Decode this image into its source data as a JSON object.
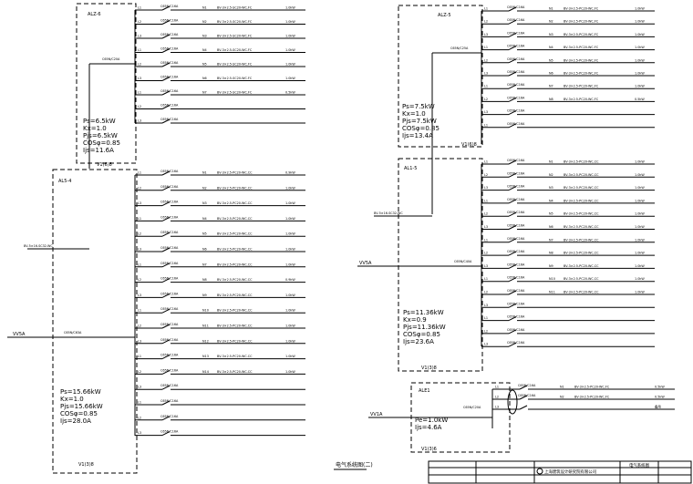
{
  "drawing_title": "电气系统图(二)",
  "panels": [
    {
      "id": "left-top",
      "name": "ALZ-6",
      "bottom_label": "V1(6)8",
      "breaker": "C65N/C20A",
      "params": [
        "Ps=6.5kW",
        "Kx=1.0",
        "Pjs=6.5kW",
        "COSφ=0.85",
        "Ijs=11.6A"
      ],
      "rows": [
        {
          "ckt": "L1",
          "brk": "C65N/C16A",
          "no": "N1",
          "cable": "BV-3×2.5-SC20-WC.FC",
          "load": "1.0kW"
        },
        {
          "ckt": "L2",
          "brk": "C65N/C16A",
          "no": "N2",
          "cable": "BV-3×2.5-SC20-WC.FC",
          "load": "1.0kW"
        },
        {
          "ckt": "L3",
          "brk": "C65N/C16A",
          "no": "N3",
          "cable": "BV-3×2.5-SC20-WC.FC",
          "load": "1.0kW"
        },
        {
          "ckt": "L1",
          "brk": "C65N/C16A",
          "no": "N4",
          "cable": "BV-3×2.5-SC20-WC.FC",
          "load": "1.0kW"
        },
        {
          "ckt": "L2",
          "brk": "C65N/C16A",
          "no": "N5",
          "cable": "BV-3×2.5-SC20-WC.FC",
          "load": "1.0kW"
        },
        {
          "ckt": "L3",
          "brk": "C65N/C16A",
          "no": "N6",
          "cable": "BV-3×2.5-SC20-WC.FC",
          "load": "1.0kW"
        },
        {
          "ckt": "L1",
          "brk": "C65N/C16A",
          "no": "N7",
          "cable": "BV-3×2.5-SC20-WC.FC",
          "load": "0.5kW"
        },
        {
          "ckt": "L2",
          "brk": "C65N/C16A",
          "no": "",
          "cable": "",
          "load": ""
        },
        {
          "ckt": "L3",
          "brk": "C65N/C16A",
          "no": "",
          "cable": "",
          "load": ""
        }
      ]
    },
    {
      "id": "left-bottom",
      "name": "AL5-4",
      "bottom_label": "V1(3)8",
      "breaker": "C65N/C63A",
      "feeder": "BV-5×16-SC32-WC",
      "incomer": "VV5A",
      "params": [
        "Ps=15.66kW",
        "Kx=1.0",
        "Pjs=15.66kW",
        "COSφ=0.85",
        "Ijs=28.0A"
      ],
      "rows": [
        {
          "ckt": "L1",
          "brk": "C65N/C16A",
          "no": "N1",
          "cable": "BV-3×2.5-PC20-WC.CC",
          "load": "0.9kW"
        },
        {
          "ckt": "L2",
          "brk": "C65N/C16A",
          "no": "N2",
          "cable": "BV-3×2.5-PC20-WC.CC",
          "load": "1.0kW"
        },
        {
          "ckt": "L3",
          "brk": "C65N/C16A",
          "no": "N3",
          "cable": "BV-3×2.5-PC20-WC.CC",
          "load": "1.0kW"
        },
        {
          "ckt": "L1",
          "brk": "C65N/C16A",
          "no": "N4",
          "cable": "BV-3×2.5-PC20-WC.CC",
          "load": "1.0kW"
        },
        {
          "ckt": "L2",
          "brk": "C65N/C16A",
          "no": "N5",
          "cable": "BV-3×2.5-PC20-WC.CC",
          "load": "1.0kW"
        },
        {
          "ckt": "L3",
          "brk": "C65N/C16A",
          "no": "N6",
          "cable": "BV-3×2.5-PC20-WC.CC",
          "load": "1.0kW"
        },
        {
          "ckt": "L1",
          "brk": "C65N/C16A",
          "no": "N7",
          "cable": "BV-3×2.5-PC20-WC.CC",
          "load": "1.0kW"
        },
        {
          "ckt": "L2",
          "brk": "C65N/C16A",
          "no": "N8",
          "cable": "BV-3×2.5-PC20-WC.CC",
          "load": "0.9kW"
        },
        {
          "ckt": "L3",
          "brk": "C65N/C16A",
          "no": "N9",
          "cable": "BV-3×2.5-PC20-WC.CC",
          "load": "1.0kW"
        },
        {
          "ckt": "L1",
          "brk": "C65N/C16A",
          "no": "N10",
          "cable": "BV-3×2.5-PC20-WC.CC",
          "load": "1.0kW"
        },
        {
          "ckt": "L2",
          "brk": "C65N/C16A",
          "no": "N11",
          "cable": "BV-3×2.5-PC20-WC.CC",
          "load": "1.0kW"
        },
        {
          "ckt": "L3",
          "brk": "C65N/C16A",
          "no": "N12",
          "cable": "BV-3×2.5-PC20-WC.CC",
          "load": "1.0kW"
        },
        {
          "ckt": "L1",
          "brk": "C65N/C16A",
          "no": "N13",
          "cable": "BV-3×2.5-PC20-WC.CC",
          "load": "1.0kW"
        },
        {
          "ckt": "L2",
          "brk": "C65N/C16A",
          "no": "N14",
          "cable": "BV-3×2.5-PC20-WC.CC",
          "load": "1.0kW"
        },
        {
          "ckt": "L3",
          "brk": "C65N/C16A",
          "no": "",
          "cable": "",
          "load": ""
        },
        {
          "ckt": "L1",
          "brk": "C65N/C16A",
          "no": "",
          "cable": "",
          "load": ""
        },
        {
          "ckt": "L2",
          "brk": "C65N/C16A",
          "no": "",
          "cable": "",
          "load": ""
        },
        {
          "ckt": "L3",
          "brk": "C65N/C16A",
          "no": "",
          "cable": "",
          "load": ""
        }
      ]
    },
    {
      "id": "right-top",
      "name": "ALZ-5",
      "bottom_label": "V1(6)8",
      "breaker": "C65N/C25A",
      "params": [
        "Ps=7.5kW",
        "Kx=1.0",
        "Pjs=7.5kW",
        "COSφ=0.85",
        "Ijs=13.4A"
      ],
      "rows": [
        {
          "ckt": "L1",
          "brk": "C65N/C16A",
          "no": "N1",
          "cable": "BV-3×2.5-PC20-WC.FC",
          "load": "1.0kW"
        },
        {
          "ckt": "L2",
          "brk": "C65N/C16A",
          "no": "N2",
          "cable": "BV-3×2.5-PC20-WC.FC",
          "load": "1.0kW"
        },
        {
          "ckt": "L3",
          "brk": "C65N/C16A",
          "no": "N3",
          "cable": "BV-3×2.5-PC20-WC.FC",
          "load": "1.0kW"
        },
        {
          "ckt": "L1",
          "brk": "C65N/C16A",
          "no": "N4",
          "cable": "BV-3×2.5-PC20-WC.FC",
          "load": "1.0kW"
        },
        {
          "ckt": "L2",
          "brk": "C65N/C16A",
          "no": "N5",
          "cable": "BV-3×2.5-PC20-WC.FC",
          "load": "1.0kW"
        },
        {
          "ckt": "L3",
          "brk": "C65N/C16A",
          "no": "N6",
          "cable": "BV-3×2.5-PC20-WC.FC",
          "load": "1.0kW"
        },
        {
          "ckt": "L1",
          "brk": "C65N/C16A",
          "no": "N7",
          "cable": "BV-3×2.5-PC20-WC.FC",
          "load": "1.0kW"
        },
        {
          "ckt": "L2",
          "brk": "C65N/C16A",
          "no": "N8",
          "cable": "BV-3×2.5-PC20-WC.FC",
          "load": "0.5kW"
        },
        {
          "ckt": "L3",
          "brk": "C65N/C16A",
          "no": "",
          "cable": "",
          "load": ""
        },
        {
          "ckt": "L1",
          "brk": "C65N/C16A",
          "no": "",
          "cable": "",
          "load": ""
        }
      ]
    },
    {
      "id": "right-mid",
      "name": "AL1-5",
      "bottom_label": "V1(3)8",
      "breaker": "C65N/C40A",
      "feeder": "BV-5×16-SC32-WC",
      "incomer": "VV5A",
      "params": [
        "Ps=11.36kW",
        "Kx=0.9",
        "Pjs=11.36kW",
        "COSφ=0.85",
        "Ijs=23.6A"
      ],
      "rows": [
        {
          "ckt": "L1",
          "brk": "C65N/C16A",
          "no": "N1",
          "cable": "BV-3×2.5-PC20-WC.CC",
          "load": "1.0kW"
        },
        {
          "ckt": "L2",
          "brk": "C65N/C16A",
          "no": "N2",
          "cable": "BV-3×2.5-PC20-WC.CC",
          "load": "1.0kW"
        },
        {
          "ckt": "L3",
          "brk": "C65N/C16A",
          "no": "N3",
          "cable": "BV-3×2.5-PC20-WC.CC",
          "load": "1.0kW"
        },
        {
          "ckt": "L1",
          "brk": "C65N/C16A",
          "no": "N4",
          "cable": "BV-3×2.5-PC20-WC.CC",
          "load": "1.0kW"
        },
        {
          "ckt": "L2",
          "brk": "C65N/C16A",
          "no": "N5",
          "cable": "BV-3×2.5-PC20-WC.CC",
          "load": "1.0kW"
        },
        {
          "ckt": "L3",
          "brk": "C65N/C16A",
          "no": "N6",
          "cable": "BV-3×2.5-PC20-WC.CC",
          "load": "1.0kW"
        },
        {
          "ckt": "L1",
          "brk": "C65N/C16A",
          "no": "N7",
          "cable": "BV-3×2.5-PC20-WC.CC",
          "load": "1.0kW"
        },
        {
          "ckt": "L2",
          "brk": "C65N/C16A",
          "no": "N8",
          "cable": "BV-3×2.5-PC20-WC.CC",
          "load": "1.0kW"
        },
        {
          "ckt": "L3",
          "brk": "C65N/C16A",
          "no": "N9",
          "cable": "BV-3×2.5-PC20-WC.CC",
          "load": "1.0kW"
        },
        {
          "ckt": "L1",
          "brk": "C65N/C16A",
          "no": "N10",
          "cable": "BV-3×2.5-PC20-WC.CC",
          "load": "1.0kW"
        },
        {
          "ckt": "L2",
          "brk": "C65N/C16A",
          "no": "N11",
          "cable": "BV-3×2.5-PC20-WC.CC",
          "load": "1.0kW"
        },
        {
          "ckt": "L3",
          "brk": "C65N/C16A",
          "no": "",
          "cable": "",
          "load": ""
        },
        {
          "ckt": "L1",
          "brk": "C65N/C16A",
          "no": "",
          "cable": "",
          "load": ""
        },
        {
          "ckt": "L2",
          "brk": "C65N/C16A",
          "no": "",
          "cable": "",
          "load": ""
        },
        {
          "ckt": "L3",
          "brk": "C65N/C16A",
          "no": "",
          "cable": "",
          "load": ""
        }
      ]
    },
    {
      "id": "right-bottom",
      "name": "ALE1",
      "bottom_label": "V1(3)6",
      "breaker": "C65N/C20A",
      "incomer": "VV1A",
      "params": [
        "Pe=1.0kW",
        "Ijs=4.6A"
      ],
      "rows": [
        {
          "ckt": "L1",
          "brk": "C65N/C16A",
          "no": "N1",
          "cable": "BV-3×2.5-PC20-WC.FC",
          "load": "0.5kW"
        },
        {
          "ckt": "L2",
          "brk": "C65N/C16A",
          "no": "N2",
          "cable": "BV-3×2.5-PC20-WC.FC",
          "load": "0.5kW"
        },
        {
          "ckt": "L3",
          "brk": "",
          "no": "",
          "cable": "",
          "load": "备用"
        }
      ]
    }
  ],
  "title_block": {
    "company": "上海建筑设计研究院有限公司",
    "drawing_name": "电气系统图"
  }
}
